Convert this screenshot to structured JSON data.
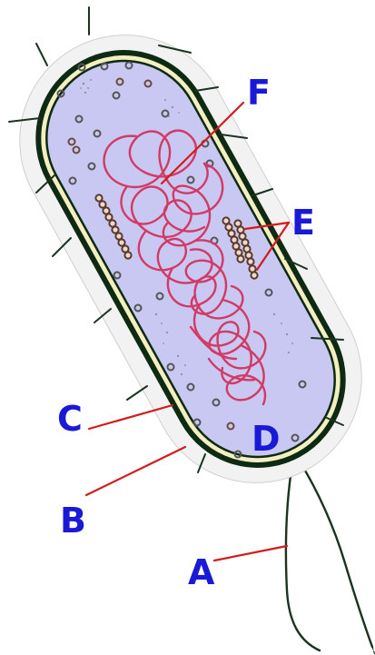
{
  "labels": {
    "A": "A",
    "B": "B",
    "C": "C",
    "D": "D",
    "E": "E",
    "F": "F"
  },
  "colors": {
    "label": "#1a1ad6",
    "leader": "#d21c1c",
    "cytoplasm": "#c8c8f2",
    "capsule": "#f2f2f2",
    "wall": "#f4efc0",
    "membrane": "#0f2a12",
    "dna": "#d23a66",
    "ribosome": "#555555",
    "flagellum": "#1c3320"
  },
  "parts": [
    "flagellum",
    "capsule",
    "cell-wall",
    "cell-membrane",
    "cytoplasm",
    "ribosome",
    "plasmid",
    "nucleoid"
  ]
}
